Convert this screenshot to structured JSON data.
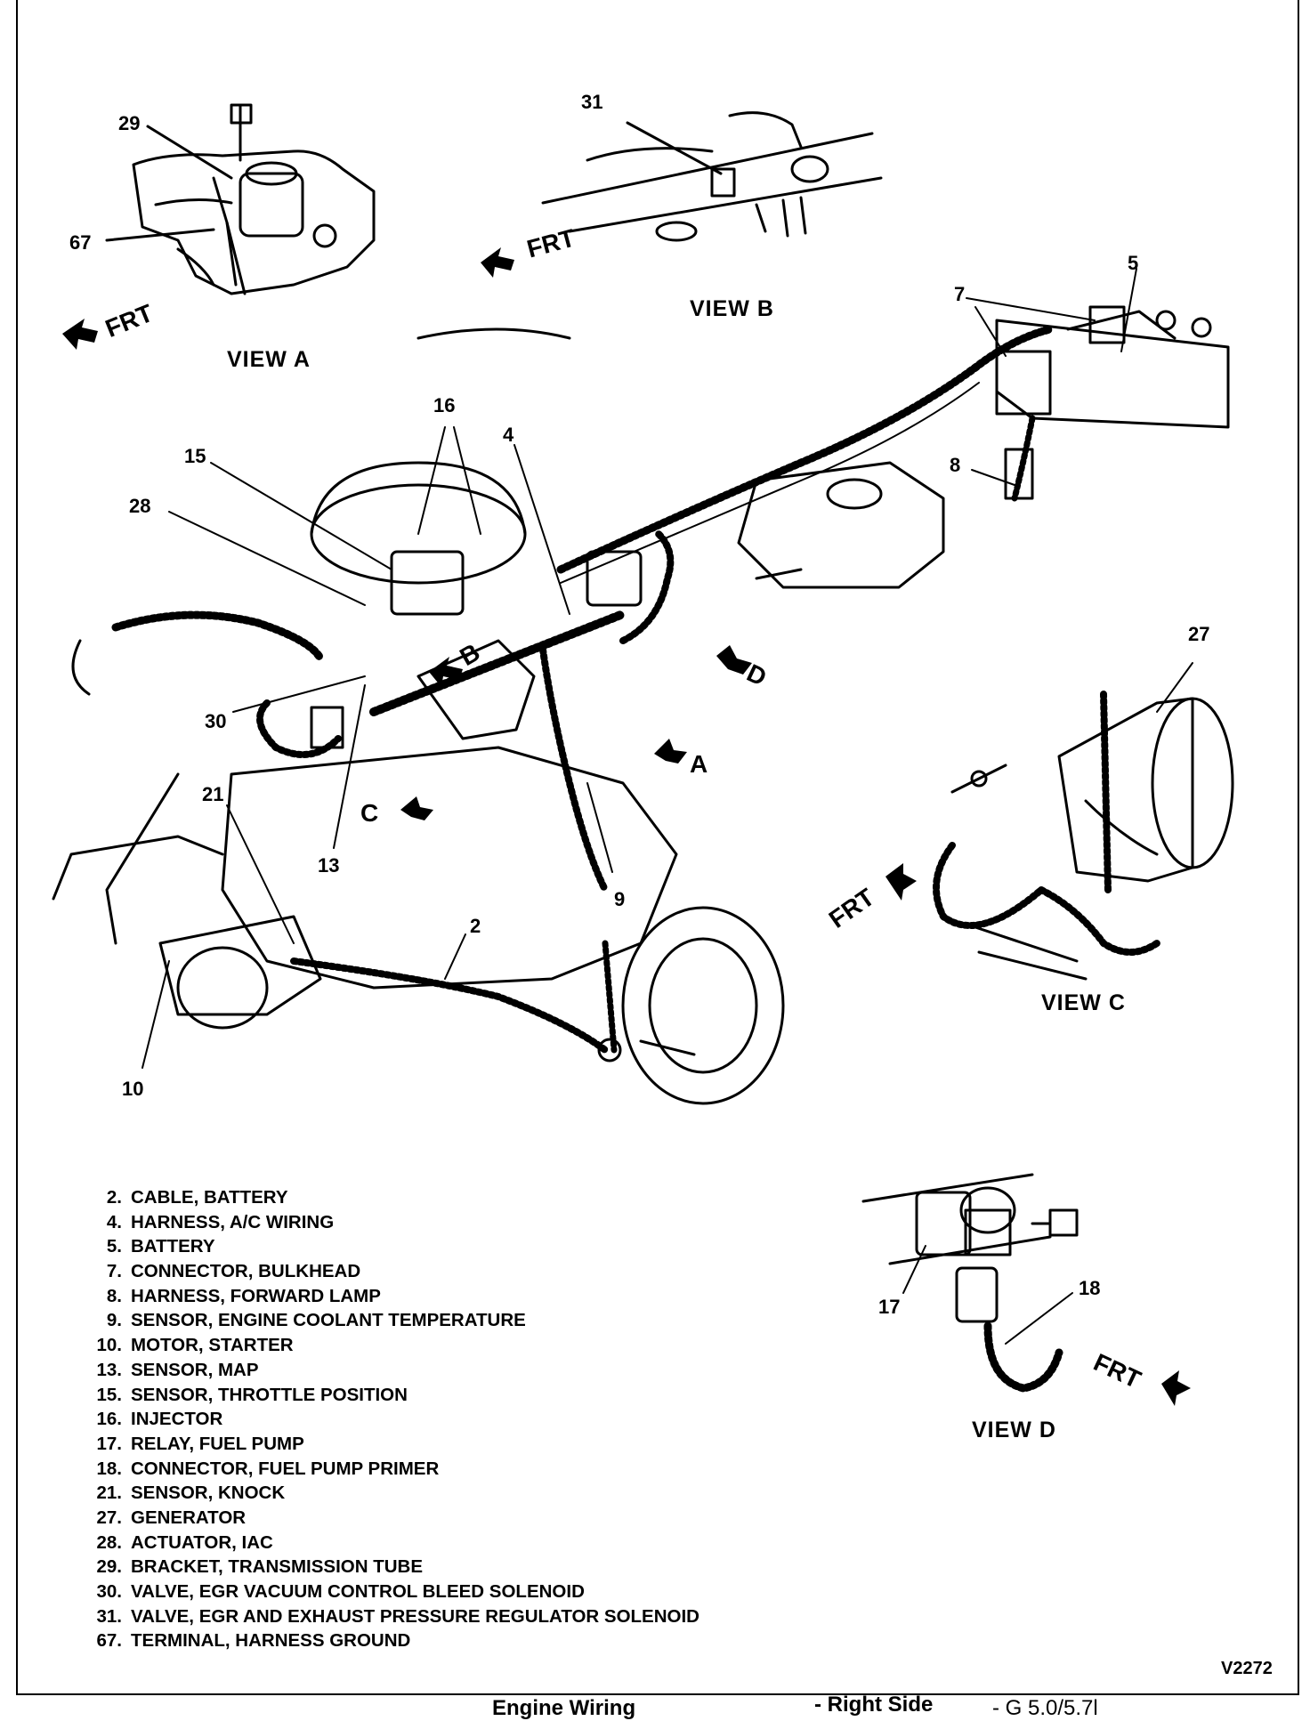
{
  "views": {
    "a": "VIEW A",
    "b": "VIEW B",
    "c": "VIEW C",
    "d": "VIEW D"
  },
  "frt": "FRT",
  "arrow_letters": {
    "a": "A",
    "b": "B",
    "c": "C",
    "d": "D"
  },
  "callouts": {
    "c2": "2",
    "c4": "4",
    "c5": "5",
    "c7": "7",
    "c8": "8",
    "c9": "9",
    "c10": "10",
    "c13": "13",
    "c15": "15",
    "c16": "16",
    "c17": "17",
    "c18": "18",
    "c21": "21",
    "c27": "27",
    "c28": "28",
    "c29": "29",
    "c30": "30",
    "c31": "31",
    "c67": "67"
  },
  "legend": [
    {
      "num": "2.",
      "text": "CABLE, BATTERY"
    },
    {
      "num": "4.",
      "text": "HARNESS, A/C WIRING"
    },
    {
      "num": "5.",
      "text": "BATTERY"
    },
    {
      "num": "7.",
      "text": "CONNECTOR, BULKHEAD"
    },
    {
      "num": "8.",
      "text": "HARNESS, FORWARD LAMP"
    },
    {
      "num": "9.",
      "text": "SENSOR, ENGINE COOLANT TEMPERATURE"
    },
    {
      "num": "10.",
      "text": "MOTOR, STARTER"
    },
    {
      "num": "13.",
      "text": "SENSOR, MAP"
    },
    {
      "num": "15.",
      "text": "SENSOR, THROTTLE POSITION"
    },
    {
      "num": "16.",
      "text": "INJECTOR"
    },
    {
      "num": "17.",
      "text": "RELAY, FUEL PUMP"
    },
    {
      "num": "18.",
      "text": "CONNECTOR, FUEL PUMP PRIMER"
    },
    {
      "num": "21.",
      "text": "SENSOR, KNOCK"
    },
    {
      "num": "27.",
      "text": "GENERATOR"
    },
    {
      "num": "28.",
      "text": "ACTUATOR, IAC"
    },
    {
      "num": "29.",
      "text": "BRACKET, TRANSMISSION TUBE"
    },
    {
      "num": "30.",
      "text": "VALVE, EGR VACUUM CONTROL BLEED SOLENOID"
    },
    {
      "num": "31.",
      "text": "VALVE, EGR AND EXHAUST PRESSURE REGULATOR SOLENOID"
    },
    {
      "num": "67.",
      "text": "TERMINAL, HARNESS GROUND"
    }
  ],
  "figure_id": "V2272",
  "footer": {
    "title": "Engine Wiring",
    "side": "- Right Side",
    "engine": "- G 5.0/5.7l"
  }
}
